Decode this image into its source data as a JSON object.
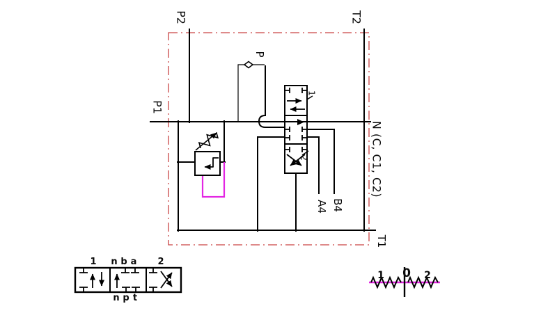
{
  "colors": {
    "line": "#000000",
    "boundary": "#c94444",
    "highlight": "#e326e3",
    "background": "#ffffff"
  },
  "schematic": {
    "port_labels": {
      "p2": "P2",
      "t2": "T2",
      "p1": "P1",
      "pilot": "P",
      "spool_group": "N (C, C1, C2)",
      "t1": "T1",
      "a4": "A4",
      "b4": "B4"
    },
    "valve": {
      "position_1": "1",
      "position_2": "2"
    }
  },
  "position_legend": {
    "top_labels": [
      "1",
      "n",
      "b",
      "a",
      "2"
    ],
    "bottom_labels": [
      "n",
      "p",
      "t"
    ]
  },
  "spring_indicator": {
    "labels": [
      "1",
      "0",
      "2"
    ]
  }
}
